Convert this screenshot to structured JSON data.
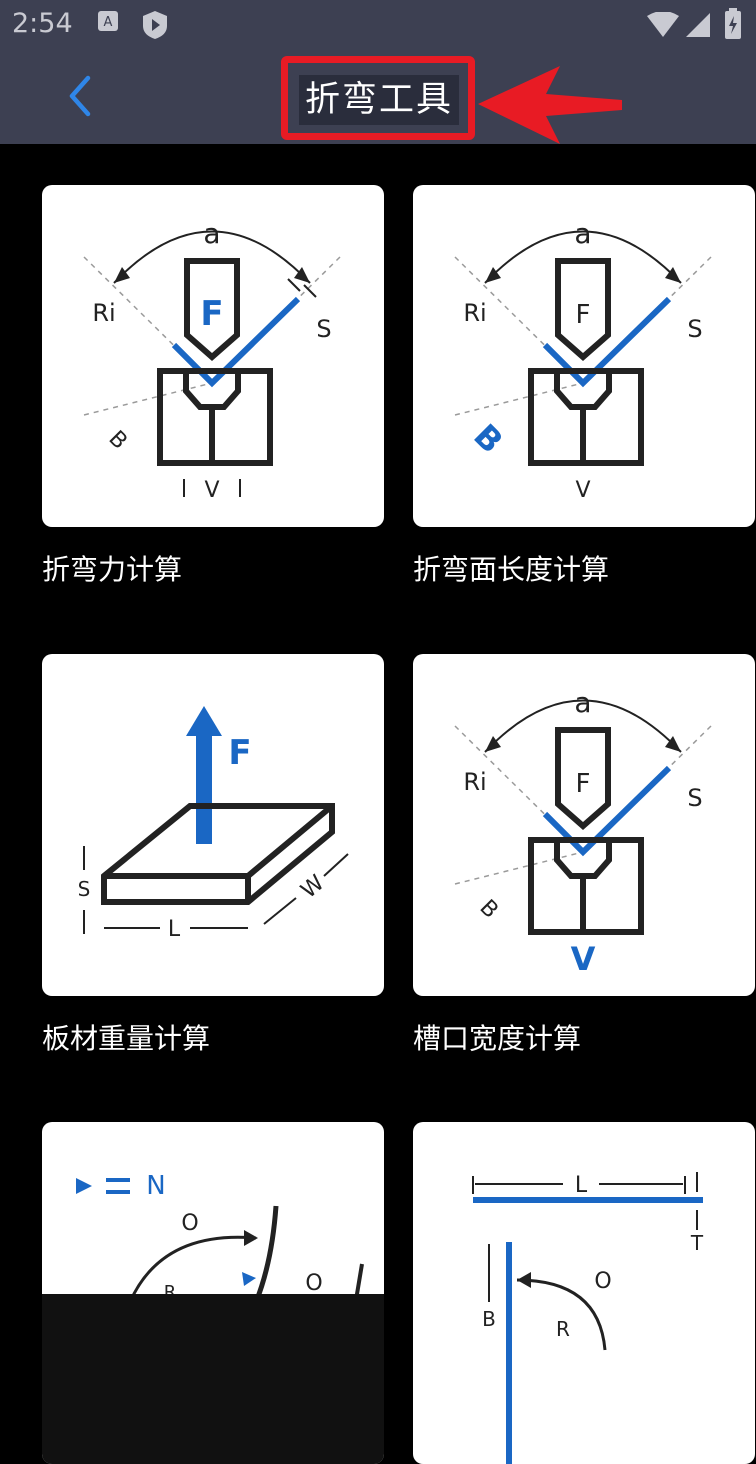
{
  "status_bar": {
    "time": "2:54",
    "icons": [
      "notification-a-icon",
      "play-shield-icon",
      "wifi-icon",
      "signal-icon",
      "battery-charging-icon"
    ]
  },
  "app_bar": {
    "title": "折弯工具",
    "back_icon": "chevron-left-icon",
    "colors": {
      "bar": "#3d4052",
      "back": "#2f86e8",
      "highlight": "#e81b24"
    }
  },
  "tools": [
    {
      "label": "折弯力计算",
      "diagram": {
        "angle": "a",
        "radius": "Ri",
        "thickness": "S",
        "force": "F",
        "flange": "B",
        "opening": "V"
      }
    },
    {
      "label": "折弯面长度计算",
      "diagram": {
        "angle": "a",
        "radius": "Ri",
        "thickness": "S",
        "force": "F",
        "flange": "B",
        "opening": "V"
      }
    },
    {
      "label": "板材重量计算",
      "diagram": {
        "force": "F",
        "thickness": "S",
        "length": "L",
        "width": "W"
      }
    },
    {
      "label": "槽口宽度计算",
      "diagram": {
        "angle": "a",
        "radius": "Ri",
        "thickness": "S",
        "force": "F",
        "flange": "B",
        "opening": "V"
      }
    },
    {
      "label": "",
      "diagram": {
        "legend": "N",
        "o1": "O",
        "o2": "O",
        "radius": "R"
      }
    },
    {
      "label": "",
      "diagram": {
        "length": "L",
        "thickness": "T",
        "o": "O",
        "height": "B",
        "radius": "R"
      }
    }
  ],
  "accent_color": "#1a67c4"
}
